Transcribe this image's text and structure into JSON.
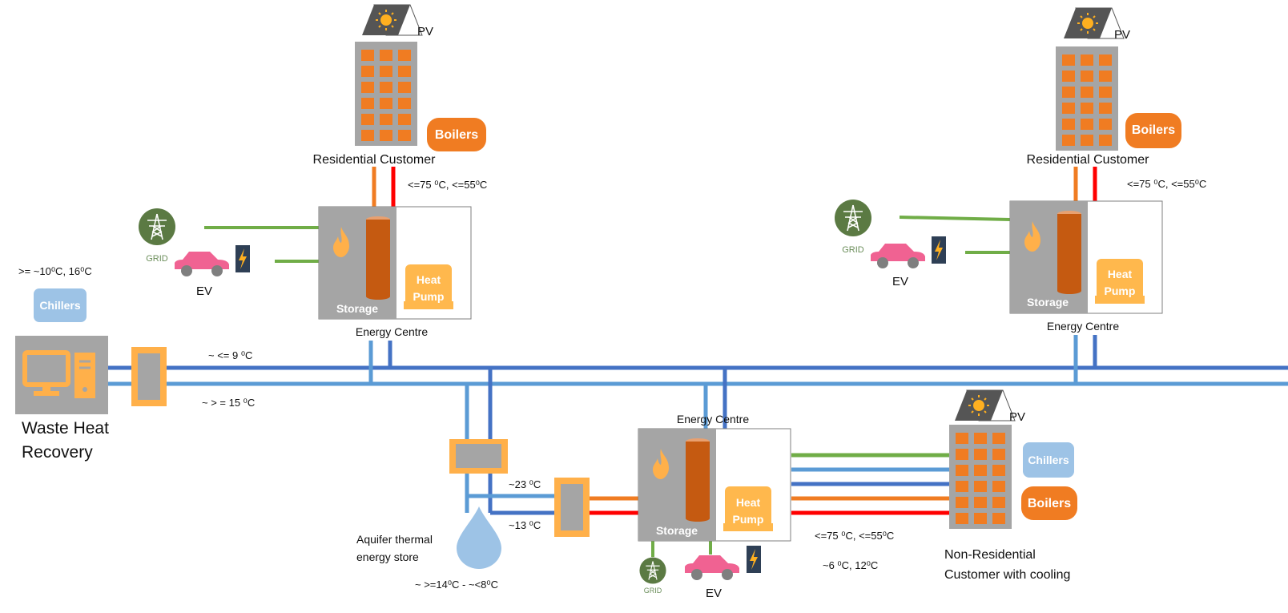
{
  "labels": {
    "pv": "PV",
    "boilers": "Boilers",
    "chillers": "Chillers",
    "storage": "Storage",
    "heat": "Heat",
    "pump": "Pump",
    "grid": "GRID",
    "ev": "EV",
    "energy_centre": "Energy Centre",
    "residential_customer": "Residential Customer",
    "non_residential_line1": "Non-Residential",
    "non_residential_line2": "Customer with cooling",
    "waste_heat_line1": "Waste Heat",
    "waste_heat_line2": "Recovery",
    "aquifer_line1": "Aquifer thermal",
    "aquifer_line2": "energy store"
  },
  "temperatures": {
    "res_left": "<=75 ⁰C, <=55⁰C",
    "res_right": "<=75 ⁰C, <=55⁰C",
    "chillers_in": ">= ~10⁰C, 16⁰C",
    "cold_pipe": "~ <= 9 ⁰C",
    "warm_pipe": "~ > = 15 ⁰C",
    "aquifer_hot": "~23 ⁰C",
    "aquifer_cold": "~13 ⁰C",
    "aquifer_range": "~ >=14⁰C -  ~<8⁰C",
    "nonres_heat": "<=75 ⁰C, <=55⁰C",
    "nonres_cool": "~6 ⁰C, 12⁰C"
  },
  "colors": {
    "orange": "#f07c22",
    "red": "#ff0000",
    "green": "#70ad47",
    "light_blue": "#5b9bd5",
    "dark_blue": "#4472c4",
    "grey": "#a5a5a5",
    "storage_tank": "#c55a11",
    "heat_pump": "#ffb84d",
    "chillers": "#9dc3e6",
    "ev_car": "#f06292",
    "grid_circle": "#5b7a43",
    "hx_border": "#ffb04a"
  }
}
